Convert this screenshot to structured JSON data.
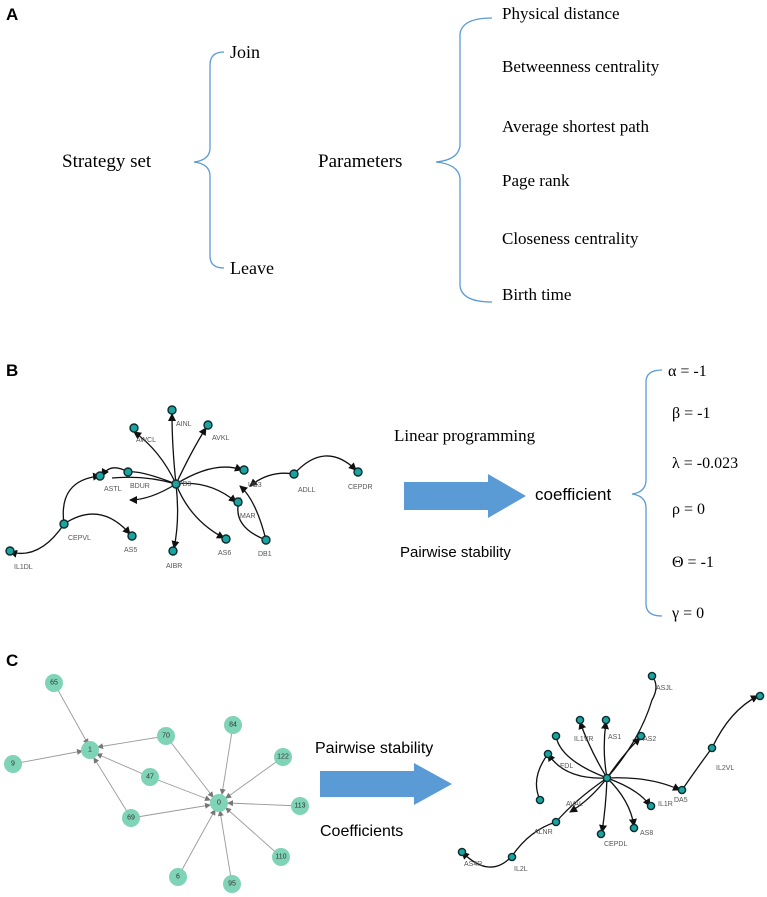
{
  "panelA": {
    "label": "A",
    "strategy_label": "Strategy set",
    "strategies": [
      "Join",
      "Leave"
    ],
    "parameters_label": "Parameters",
    "parameters": [
      "Physical distance",
      "Betweenness centrality",
      "Average shortest path",
      "Page rank",
      "Closeness centrality",
      "Birth time"
    ]
  },
  "panelB": {
    "label": "B",
    "method_top": "Linear programming",
    "method_bottom": "Pairwise stability",
    "result_label": "coefficient",
    "coefficients": [
      "α = -1",
      "β = -1",
      "λ = -0.023",
      "ρ = 0",
      "Θ = -1",
      "γ = 0"
    ],
    "nodes": [
      "AWCL",
      "AINL",
      "AVKL",
      "PB3",
      "BDUR",
      "AS5",
      "CEPVL",
      "IL1DL",
      "AIBR",
      "AS6",
      "DB1",
      "MAR",
      "UB3",
      "ADLL",
      "CEPDR",
      "ASTL"
    ]
  },
  "panelC": {
    "label": "C",
    "arrow_top": "Pairwise stability",
    "arrow_bottom": "Coefficients",
    "input_nodes": [
      "65",
      "9",
      "1",
      "70",
      "47",
      "69",
      "84",
      "122",
      "0",
      "113",
      "110",
      "6",
      "95"
    ],
    "output_nodes": [
      "ASJL",
      "IL1VR",
      "AS1",
      "AS2",
      "FDL",
      "AVAL",
      "IL1R",
      "AS8",
      "CEPDL",
      "ALNR",
      "IL2L",
      "AS4R",
      "DA5",
      "IL2VL"
    ]
  },
  "colors": {
    "brace": "#5b9bd5",
    "arrow": "#5b9bd5",
    "node_dark": "#1aa3a0",
    "node_green": "#7fd3b6"
  }
}
